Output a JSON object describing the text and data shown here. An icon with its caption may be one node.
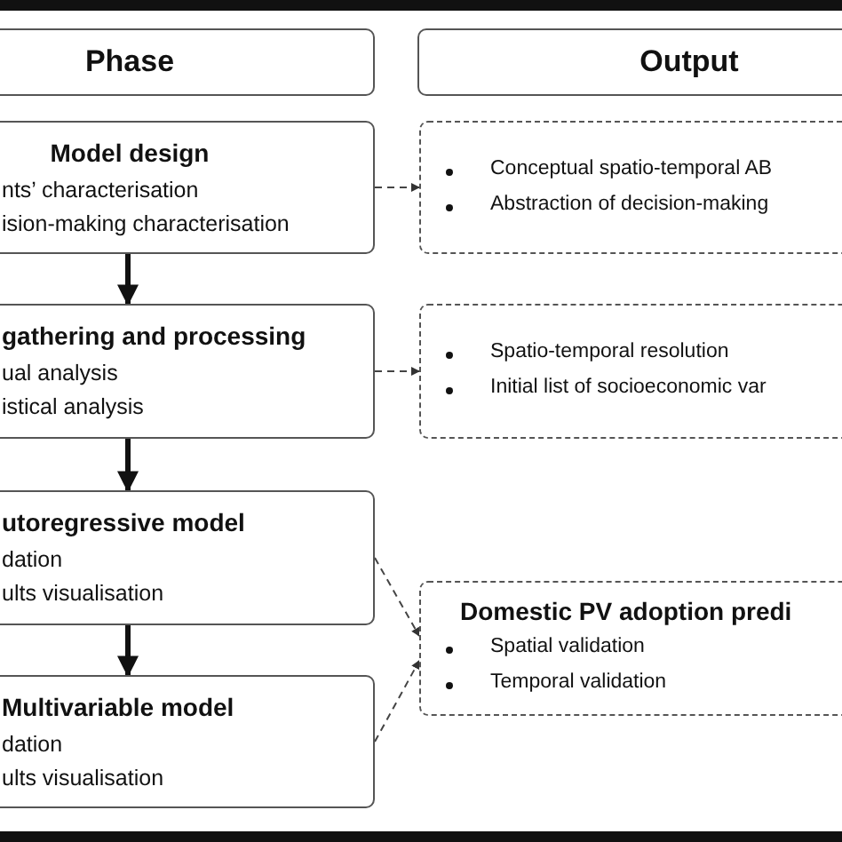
{
  "diagram": {
    "nodes": [
      {
        "text": [
          "Phase"
        ]
      },
      {
        "text": [
          "Output"
        ]
      },
      {
        "text": [
          "Model design",
          "nts’ characterisation",
          "ision-making characterisation"
        ]
      },
      {
        "text": [
          "Conceptual spatio-temporal AB",
          "Abstraction of decision-making"
        ]
      },
      {
        "text": [
          "gathering and processing",
          "ual analysis",
          "istical analysis"
        ]
      },
      {
        "text": [
          "Spatio-temporal resolution",
          "Initial list of socioeconomic var"
        ]
      },
      {
        "text": [
          "utoregressive model",
          "dation",
          "ults visualisation"
        ]
      },
      {
        "text": [
          "Domestic PV adoption predi",
          "Spatial validation",
          "Temporal validation"
        ]
      },
      {
        "text": [
          "Multivariable model",
          "dation",
          "ults visualisation"
        ]
      }
    ],
    "edges": [
      {
        "from": 2,
        "to": 4,
        "arrow": "to",
        "style": "thick"
      },
      {
        "from": 4,
        "to": 6,
        "arrow": "to",
        "style": "thick"
      },
      {
        "from": 6,
        "to": 8,
        "arrow": "to",
        "style": "thick"
      },
      {
        "from": 2,
        "to": 3,
        "arrow": "to",
        "style": "dashed"
      },
      {
        "from": 4,
        "to": 5,
        "arrow": "to",
        "style": "dashed"
      },
      {
        "from": 6,
        "to": 7,
        "arrow": "to",
        "style": "dashed"
      },
      {
        "from": 8,
        "to": 7,
        "arrow": "to",
        "style": "dashed"
      }
    ]
  }
}
